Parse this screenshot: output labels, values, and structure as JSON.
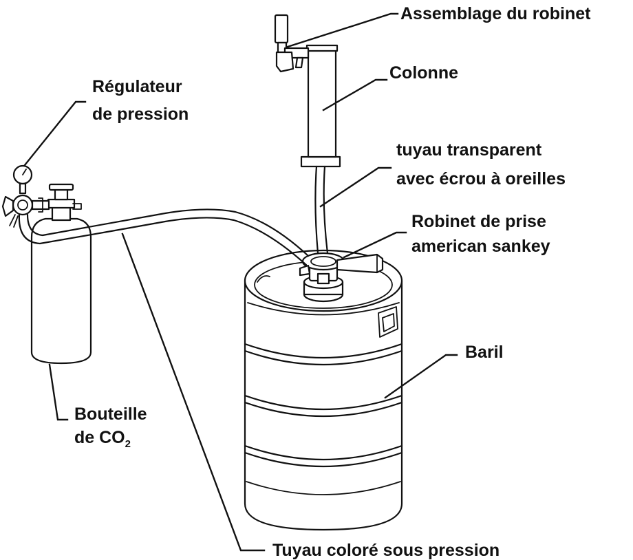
{
  "labels": {
    "faucet_assembly": "Assemblage du robinet",
    "column": "Colonne",
    "clear_hose_line1": "tuyau transparent",
    "clear_hose_line2": "avec écrou à oreilles",
    "pressure_regulator_line1": "Régulateur",
    "pressure_regulator_line2": "de pression",
    "coupler_line1": "Robinet de prise",
    "coupler_line2": "american sankey",
    "keg": "Baril",
    "co2_bottle_line1": "Bouteille",
    "co2_bottle_line2_prefix": "de CO",
    "co2_bottle_subscript": "2",
    "colored_hose": "Tuyau coloré sous pression"
  },
  "colors": {
    "line": "#111111",
    "background": "#ffffff"
  }
}
